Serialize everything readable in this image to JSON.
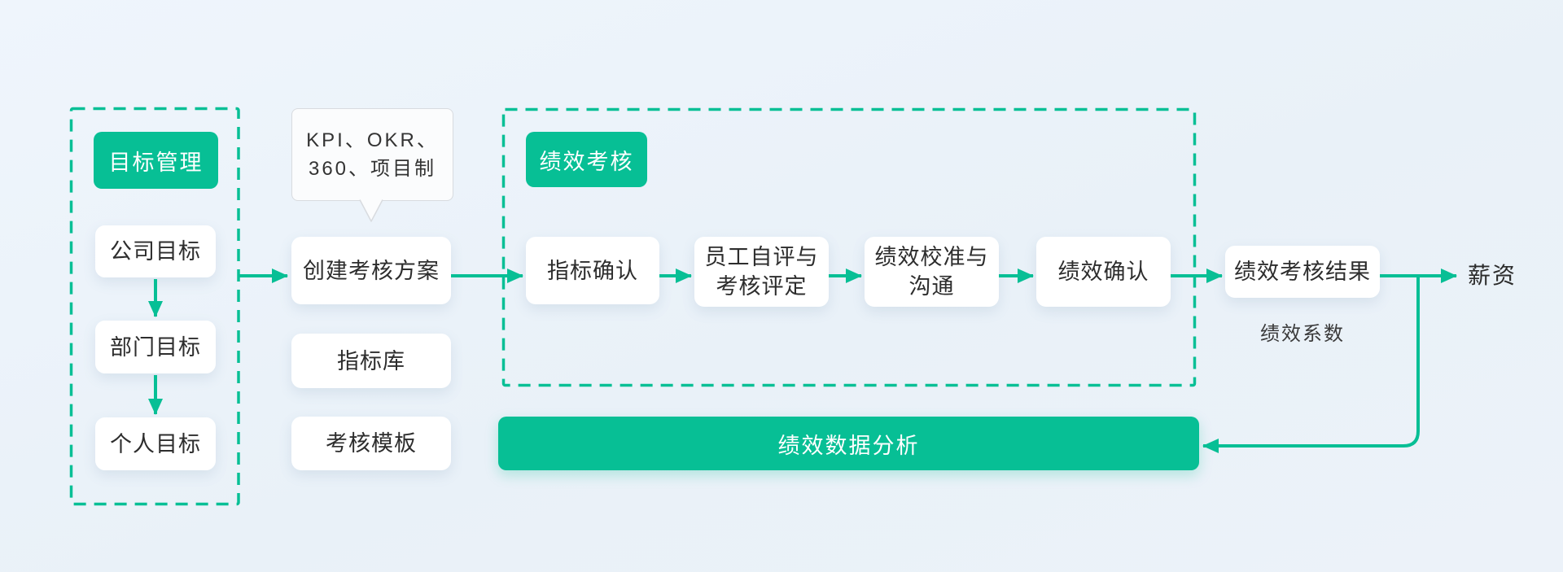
{
  "diagram": {
    "goal_module": {
      "badge": "目标管理",
      "items": [
        "公司目标",
        "部门目标",
        "个人目标"
      ]
    },
    "plan_column": {
      "callout_line1": "KPI、OKR、",
      "callout_line2": "360、项目制",
      "create_plan": "创建考核方案",
      "indicator_library": "指标库",
      "assessment_template": "考核模板"
    },
    "assessment_module": {
      "badge": "绩效考核",
      "steps": [
        "指标确认",
        "员工自评与考核评定",
        "绩效校准与沟通",
        "绩效确认"
      ]
    },
    "result": {
      "label": "绩效考核结果",
      "note": "绩效系数"
    },
    "salary": "薪资",
    "analysis": "绩效数据分析",
    "colors": {
      "accent": "#07BF95",
      "background": "#EBF2F9",
      "node_text": "#2D2D2D",
      "callout_border": "#D8DBDF"
    }
  }
}
